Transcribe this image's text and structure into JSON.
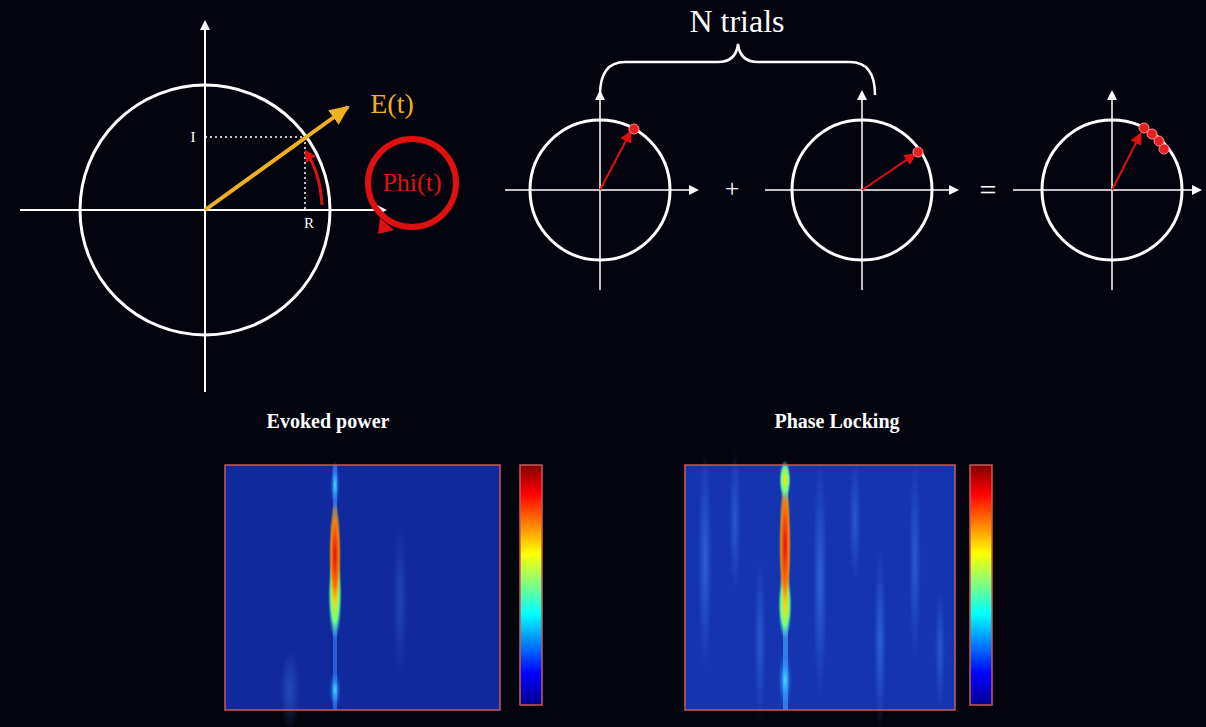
{
  "diagram": {
    "nodes": [
      {
        "text": [
          "Phi(t)"
        ]
      }
    ],
    "labels": [
      "E(t)",
      "I",
      "R",
      "N trials",
      "+",
      "=",
      "Evoked power",
      "Phase Locking"
    ]
  }
}
